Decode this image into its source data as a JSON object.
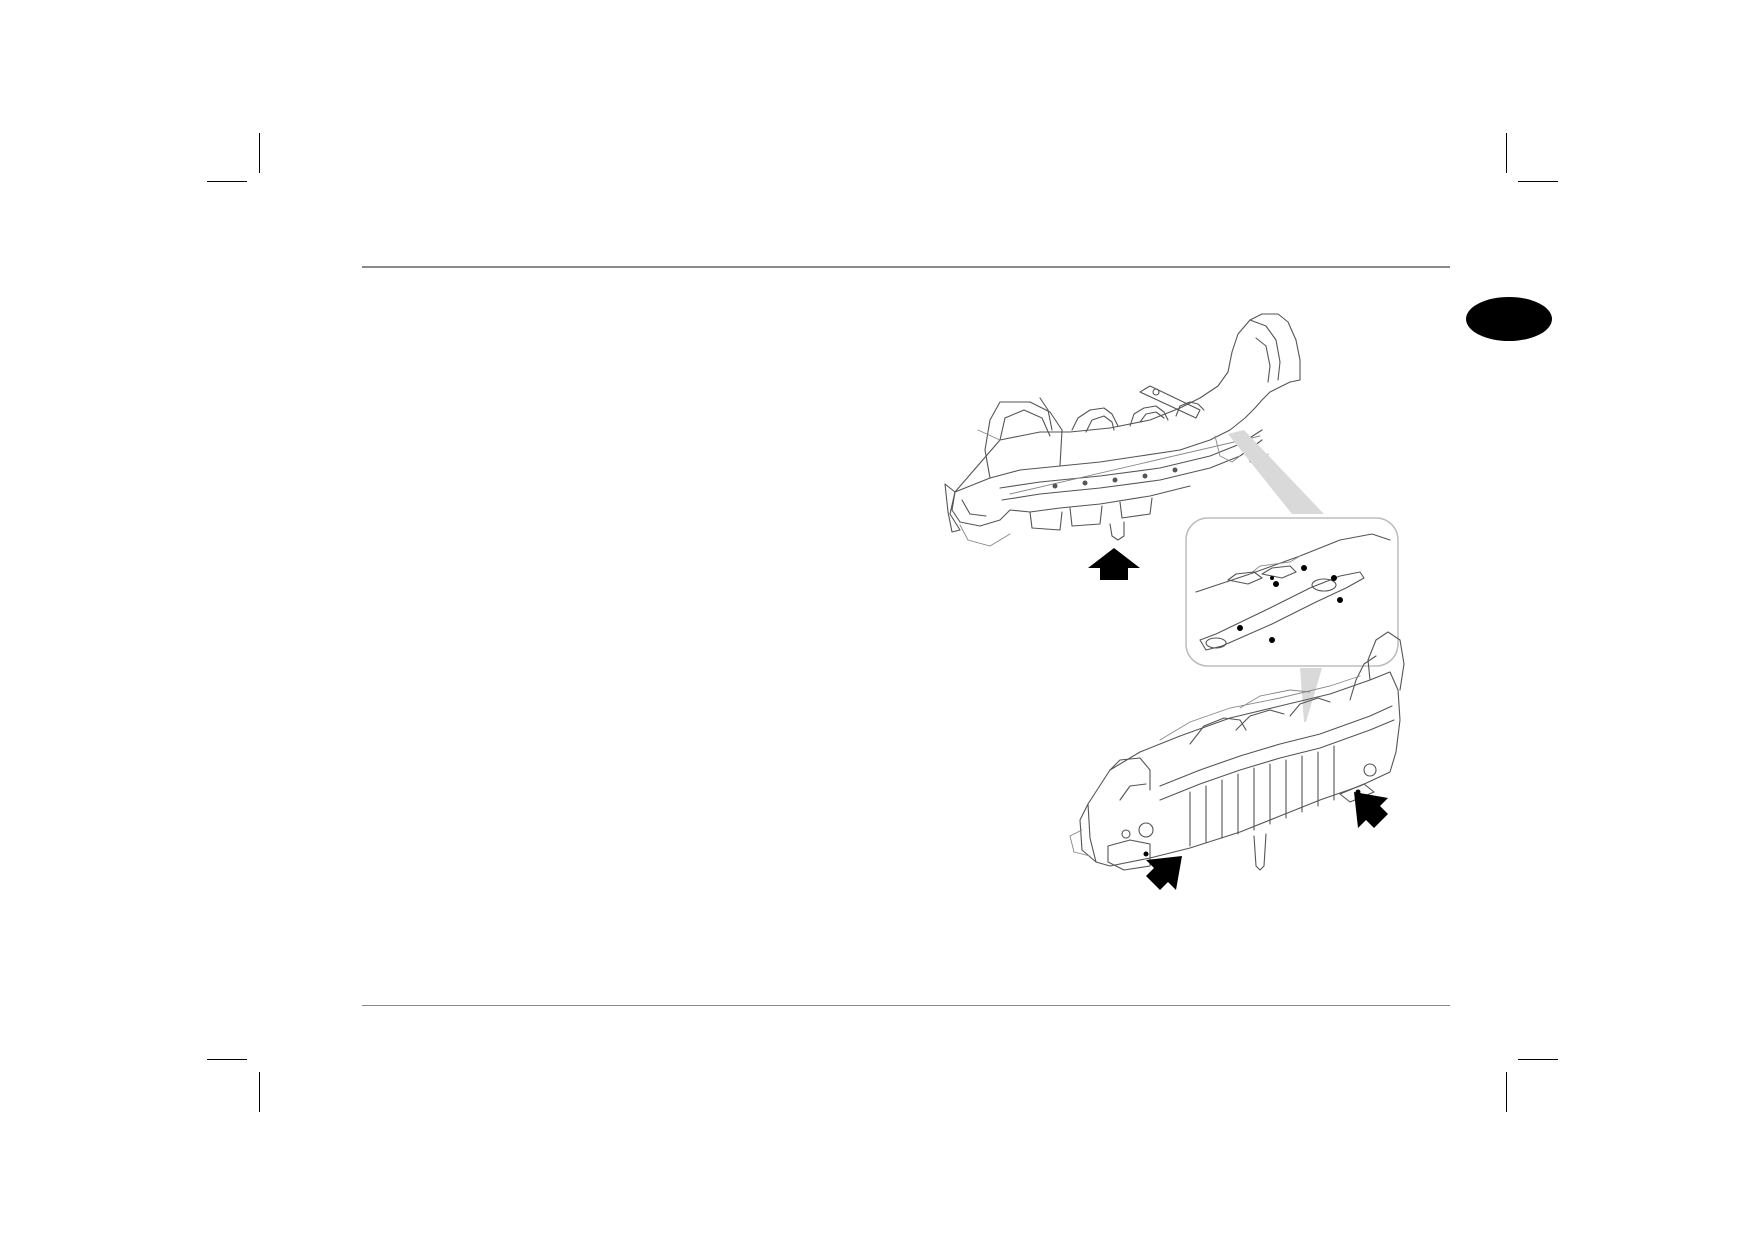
{
  "page": {
    "background": "#ffffff",
    "rule_color": "#8a8a8a",
    "tab_marker_color": "#000000"
  },
  "figures": [
    {
      "id": "upper-view",
      "description_icon": "rear-body-frame-icon"
    },
    {
      "id": "detail-inset",
      "description_icon": "bracket-detail-icon"
    },
    {
      "id": "lower-view",
      "description_icon": "rear-body-frame-icon"
    }
  ],
  "arrows": [
    {
      "id": "arrow-up",
      "direction": "up",
      "icon": "arrow-up-icon"
    },
    {
      "id": "arrow-left",
      "direction": "up-right",
      "icon": "arrow-diagonal-icon"
    },
    {
      "id": "arrow-right",
      "direction": "up-left",
      "icon": "arrow-diagonal-icon"
    }
  ]
}
